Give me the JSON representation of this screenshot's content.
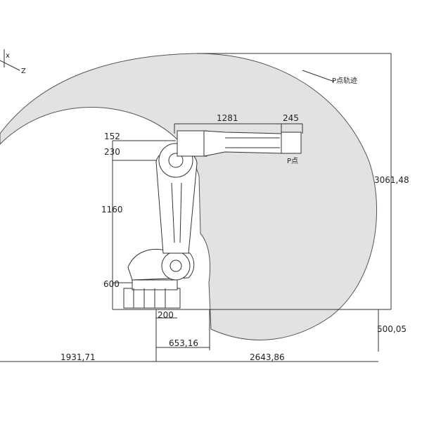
{
  "labels": {
    "trajectory": "P点轨迹",
    "p_point": "P点",
    "axis_z": "Z",
    "axis_x": "x"
  },
  "dimensions": {
    "d1281": "1281",
    "d245": "245",
    "d152": "152",
    "d230": "230",
    "d1160": "1160",
    "d600": "600",
    "d200": "200",
    "d653": "653,16",
    "d1931": "1931,71",
    "d2643": "2643,86",
    "d3061": "3061,48",
    "d500": "500,05"
  },
  "colors": {
    "workspace": "#e2e2e2",
    "line": "#333333"
  }
}
